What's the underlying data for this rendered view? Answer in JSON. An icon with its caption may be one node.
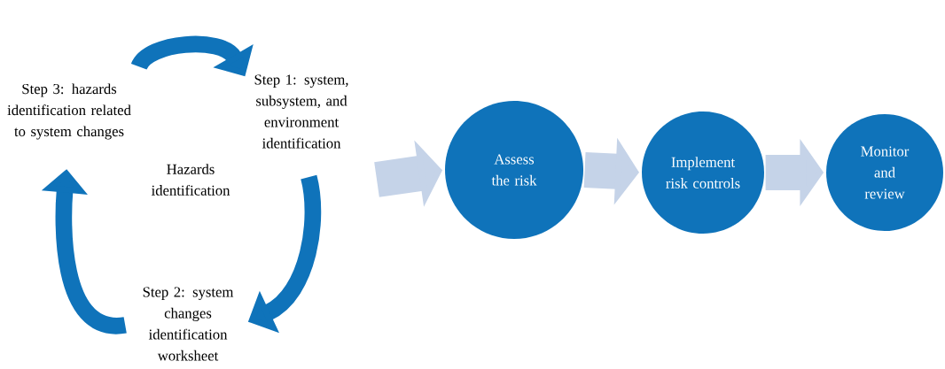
{
  "diagram": {
    "nodes": [
      {
        "text": [
          "Step 1: system, subsystem, and environment identification"
        ]
      },
      {
        "text": [
          "Step 2: system changes identification worksheet"
        ]
      },
      {
        "text": [
          "Step 3: hazards identification related to system changes"
        ]
      },
      {
        "text": [
          "Hazards identification"
        ]
      },
      {
        "text": [
          "Assess the risk"
        ]
      },
      {
        "text": [
          "Implement risk controls"
        ]
      },
      {
        "text": [
          "Monitor and review"
        ]
      }
    ],
    "edges": [
      {
        "from": 2,
        "to": 0,
        "arrow": "to"
      },
      {
        "from": 0,
        "to": 1,
        "arrow": "to"
      },
      {
        "from": 1,
        "to": 2,
        "arrow": "to"
      },
      {
        "from": null,
        "to": 4,
        "arrow": "to",
        "style": "thick",
        "color": "#c5d3e8"
      },
      {
        "from": 4,
        "to": 5,
        "arrow": "to",
        "style": "thick",
        "color": "#c5d3e8"
      },
      {
        "from": 5,
        "to": 6,
        "arrow": "to",
        "style": "thick",
        "color": "#c5d3e8"
      }
    ]
  }
}
